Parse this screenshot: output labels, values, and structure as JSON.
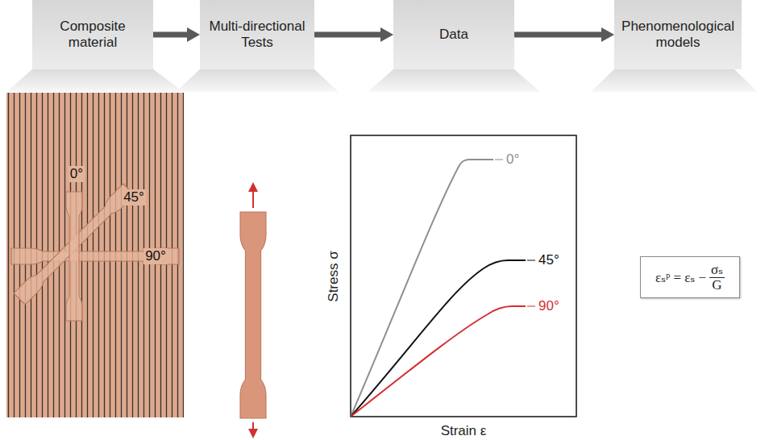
{
  "diagram": {
    "nodes": [
      {
        "text": [
          "Composite material"
        ]
      },
      {
        "text": [
          "Multi-directional Tests"
        ]
      },
      {
        "text": [
          "Data"
        ]
      },
      {
        "text": [
          "Phenomenological models"
        ]
      },
      {
        "text": [
          "εₛᵖ = εₛ −",
          "σₛ",
          "G"
        ]
      }
    ],
    "edges": [
      {
        "from": 0,
        "to": 1,
        "arrow": "to"
      },
      {
        "from": 1,
        "to": 2,
        "arrow": "to"
      },
      {
        "from": 2,
        "to": 3,
        "arrow": "to"
      }
    ],
    "labels": [
      "0°",
      "45°",
      "90°",
      "Stress σ",
      "Strain ε",
      "0°",
      "45°",
      "90°"
    ]
  }
}
